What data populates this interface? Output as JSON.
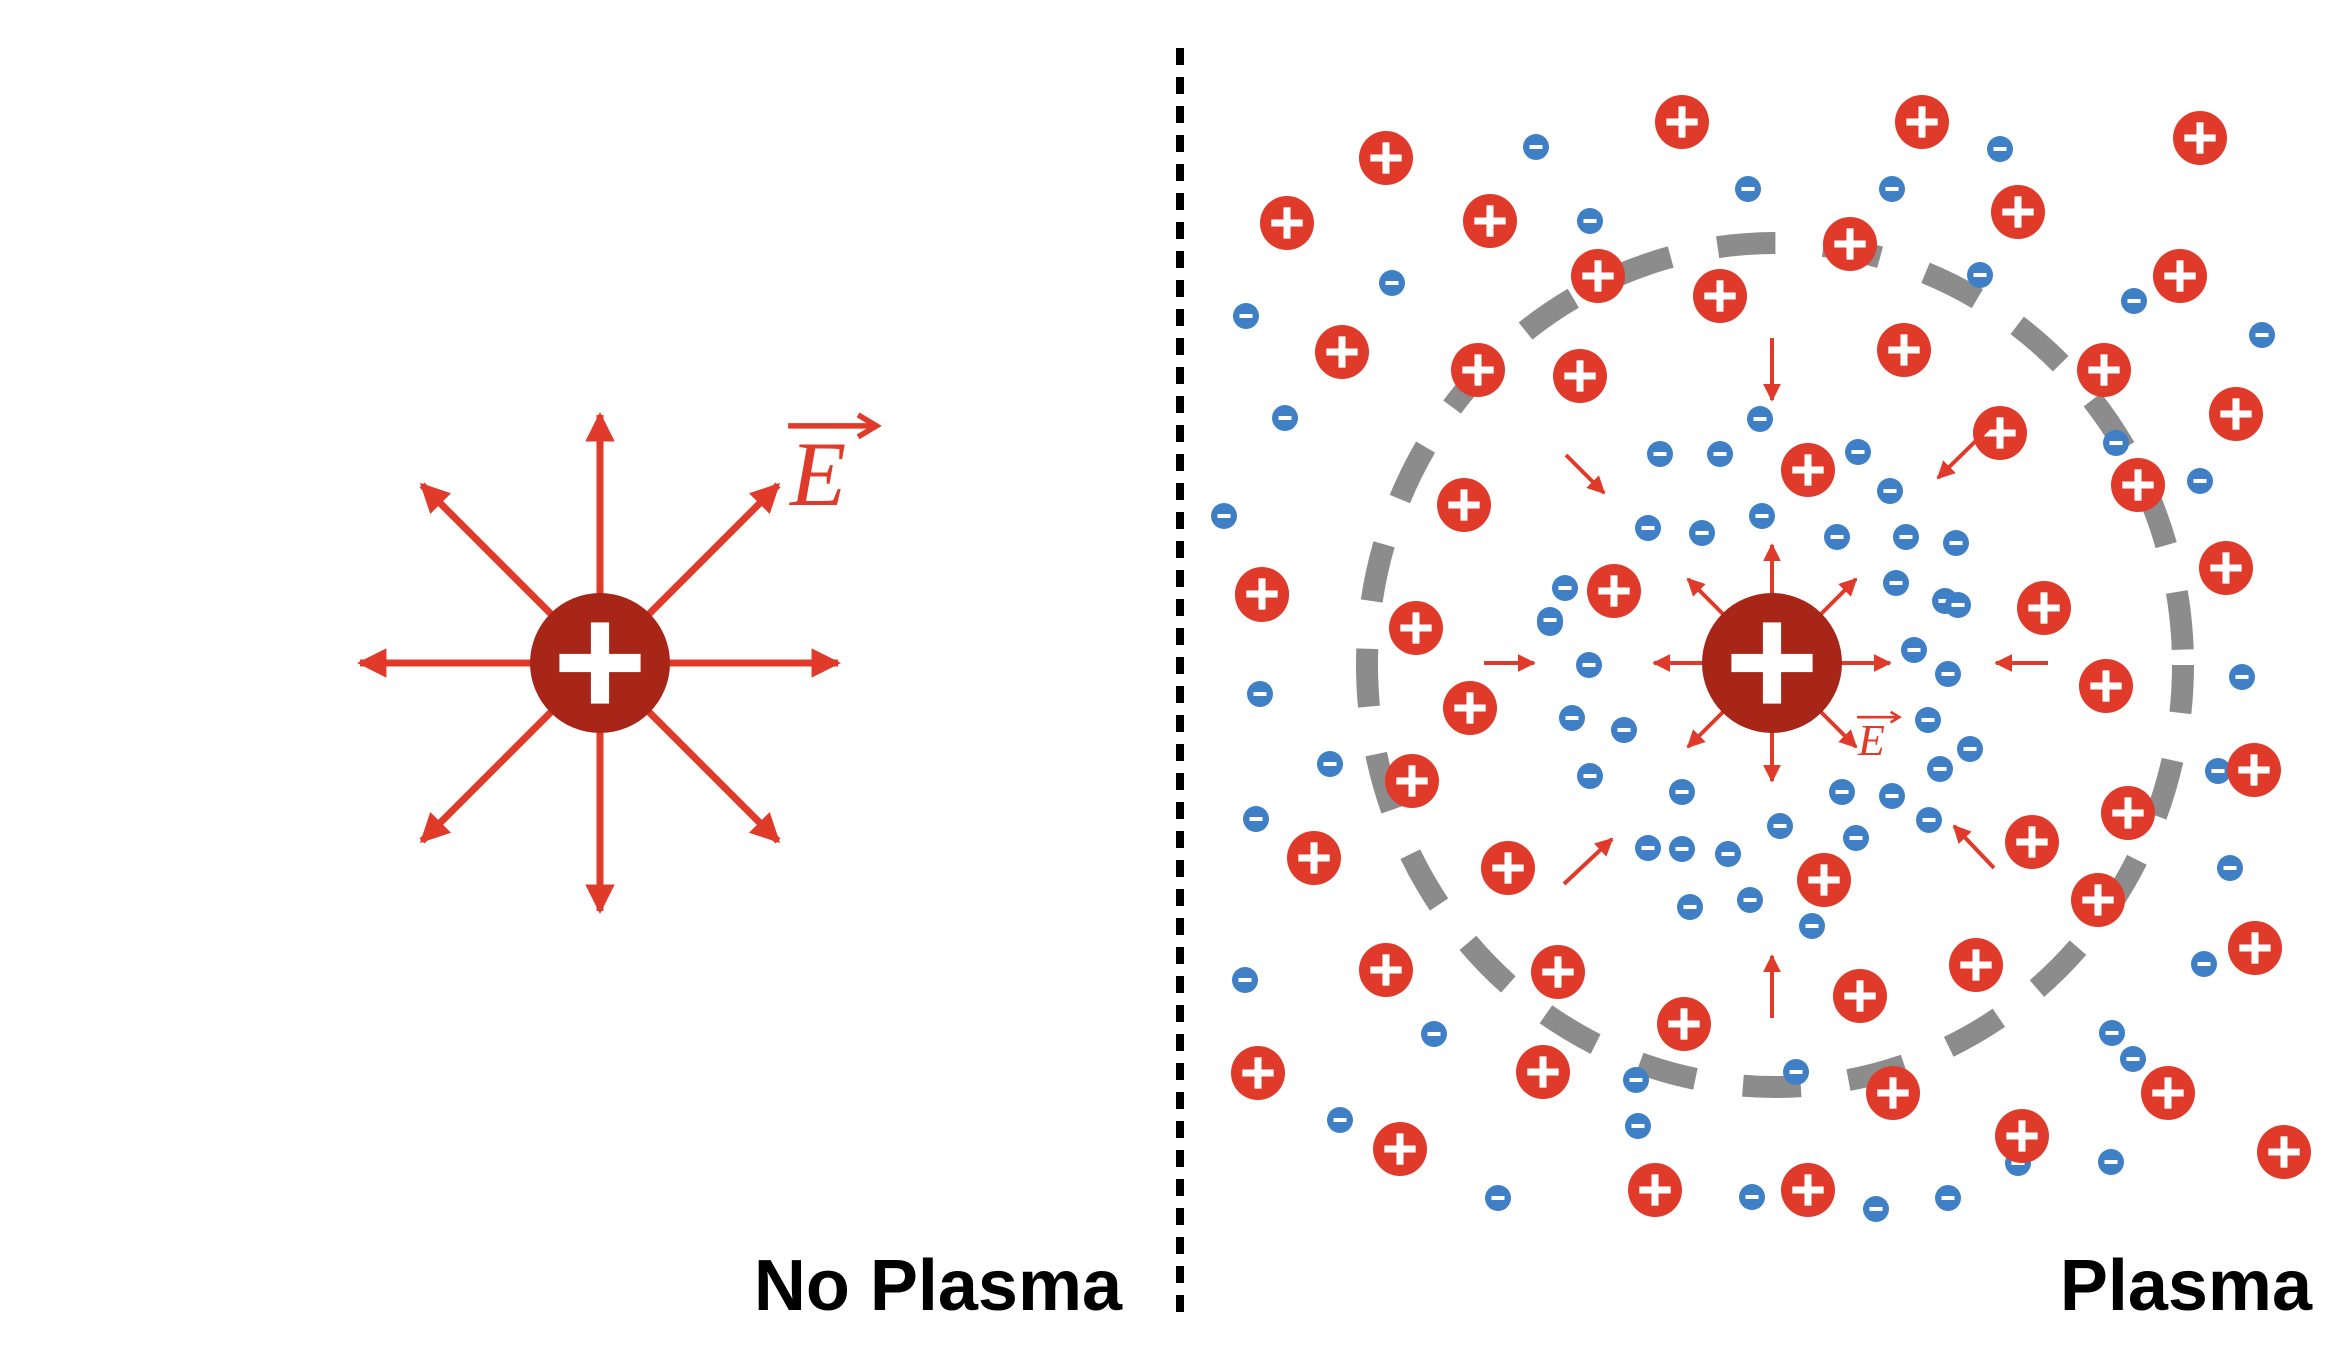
{
  "labels": {
    "left": "No Plasma",
    "right": "Plasma",
    "field_left": "E",
    "field_right": "E"
  },
  "colors": {
    "field_arrow": "#e03b2a",
    "central_charge": "#a82617",
    "positive_ion": "#e03b2a",
    "electron": "#3f7fc5",
    "debye_sphere": "#8c8c8c",
    "divider": "#000000"
  },
  "icons": {
    "positive": "plus-sign-icon",
    "negative": "minus-sign-icon"
  }
}
